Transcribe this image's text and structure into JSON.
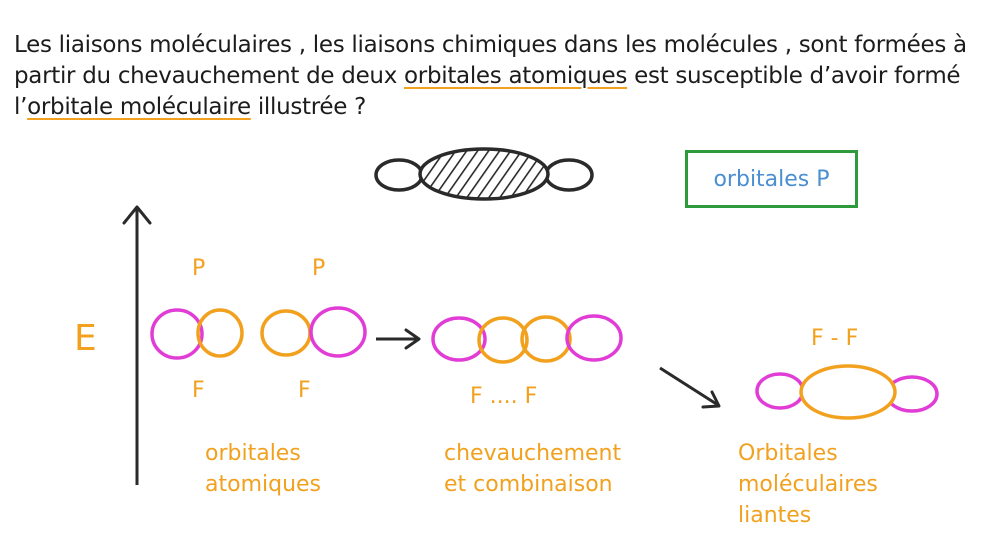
{
  "question": {
    "part1": "Les liaisons moléculaires , les liaisons chimiques dans les molécules , sont formées à partir du chevauchement de deux ",
    "highlight1": "orbitales atomiques",
    "part2": " est susceptible d’avoir formé l’",
    "highlight2": "orbitale moléculaire",
    "part3": " illustrée ?"
  },
  "answer": "orbitales P",
  "axis_label": "E",
  "labels": {
    "p_left": "P",
    "p_right": "P",
    "f_left": "F",
    "f_right": "F",
    "f_dots_f": "F .... F",
    "f_dash_f": "F - F"
  },
  "captions": {
    "atomic_line1": "orbitales",
    "atomic_line2": "atomiques",
    "overlap_line1": "chevauchement",
    "overlap_line2": "et combinaison",
    "molecular_line1": "Orbitales",
    "molecular_line2": "moléculaires",
    "molecular_line3": "liantes"
  },
  "colors": {
    "orange": "#f2a11f",
    "magenta": "#e23cd6",
    "green": "#2f9a3b",
    "blue": "#4a8fd1",
    "ink": "#2a2a2a"
  }
}
